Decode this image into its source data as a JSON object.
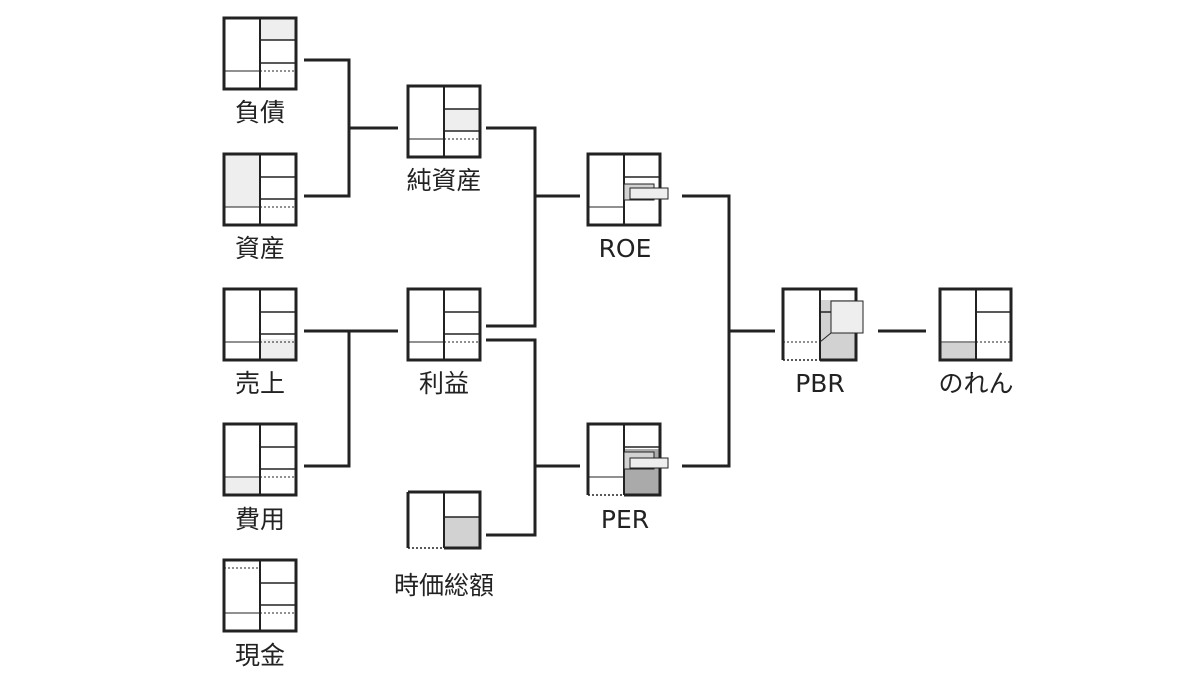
{
  "nodes": {
    "fusai": {
      "label": "負債"
    },
    "shisan": {
      "label": "資産"
    },
    "uriage": {
      "label": "売上"
    },
    "hiyou": {
      "label": "費用"
    },
    "genkin": {
      "label": "現金"
    },
    "junshisan": {
      "label": "純資産"
    },
    "rieki": {
      "label": "利益"
    },
    "jikasougaku": {
      "label": "時価総額"
    },
    "roe": {
      "label": "ROE"
    },
    "per": {
      "label": "PER"
    },
    "pbr": {
      "label": "PBR"
    },
    "noren": {
      "label": "のれん"
    }
  },
  "colors": {
    "stroke": "#222222",
    "light_fill": "#eeeeee",
    "mid_fill": "#d2d2d2",
    "dark_fill": "#aaaaaa",
    "box_fill": "#ffffff"
  }
}
